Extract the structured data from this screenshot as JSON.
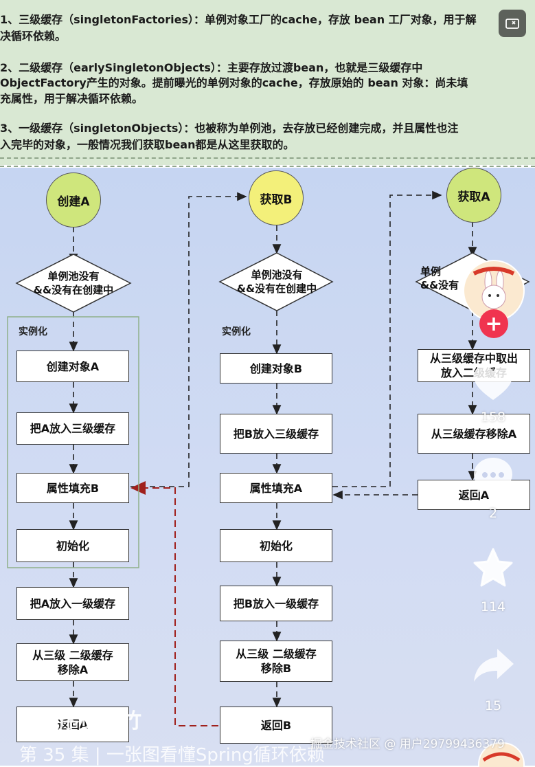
{
  "notes": {
    "line1": "1、三级缓存（singletonFactories）：单例对象工厂的cache，存放 bean 工厂对象，用于解",
    "line1b": "决循环依赖。",
    "line2": "2、二级缓存（earlySingletonObjects）：主要存放过渡bean，也就是三级缓存中",
    "line2b": "ObjectFactory产生的对象。提前曝光的单例对象的cache，存放原始的 bean 对象：尚未填",
    "line2c": "充属性，用于解决循环依赖。",
    "line3": "3、一级缓存（singletonObjects）：也被称为单例池，去存放已经创建完成，并且属性也注",
    "line3b": "入完毕的对象，一般情况我们获取bean都是从这里获取的。"
  },
  "colA": {
    "start": "创建A",
    "check_line1": "单例池没有",
    "check_line2": "&&没有在创建中",
    "group_label": "实例化",
    "steps": [
      "创建对象A",
      "把A放入三级缓存",
      "属性填充B",
      "初始化",
      "把A放入一级缓存"
    ],
    "remove_line1": "从三级 二级缓存",
    "remove_line2": "移除A",
    "ret": "返回A"
  },
  "colB": {
    "start": "获取B",
    "check_line1": "单例池没有",
    "check_line2": "&&没有在创建中",
    "group_label": "实例化",
    "steps": [
      "创建对象B",
      "把B放入三级缓存",
      "属性填充A",
      "初始化",
      "把B放入一级缓存"
    ],
    "remove_line1": "从三级 二级缓存",
    "remove_line2": "移除B",
    "ret": "返回B"
  },
  "colC": {
    "start": "获取A",
    "check_line1": "单例",
    "check_line2": "&&没有",
    "fetch_line1": "从三级缓存中取出",
    "fetch_line2": "放入二级缓存",
    "remove3": "从三级缓存移除A",
    "ret": "返回A"
  },
  "actions": {
    "likes": "158",
    "comments": "2",
    "favorites": "114",
    "shares": "15"
  },
  "watermark": {
    "author": "@程序员墨竹",
    "episode": "第 35 集 | 一张图看懂Spring循环依赖",
    "site": "掘金技术社区 @ 用户2979943637​9"
  },
  "colors": {
    "green_circle": "#cfe67c",
    "yellow_circle": "#f3f07a",
    "arrow_red": "#a0201c",
    "like_red": "#f0344f"
  }
}
